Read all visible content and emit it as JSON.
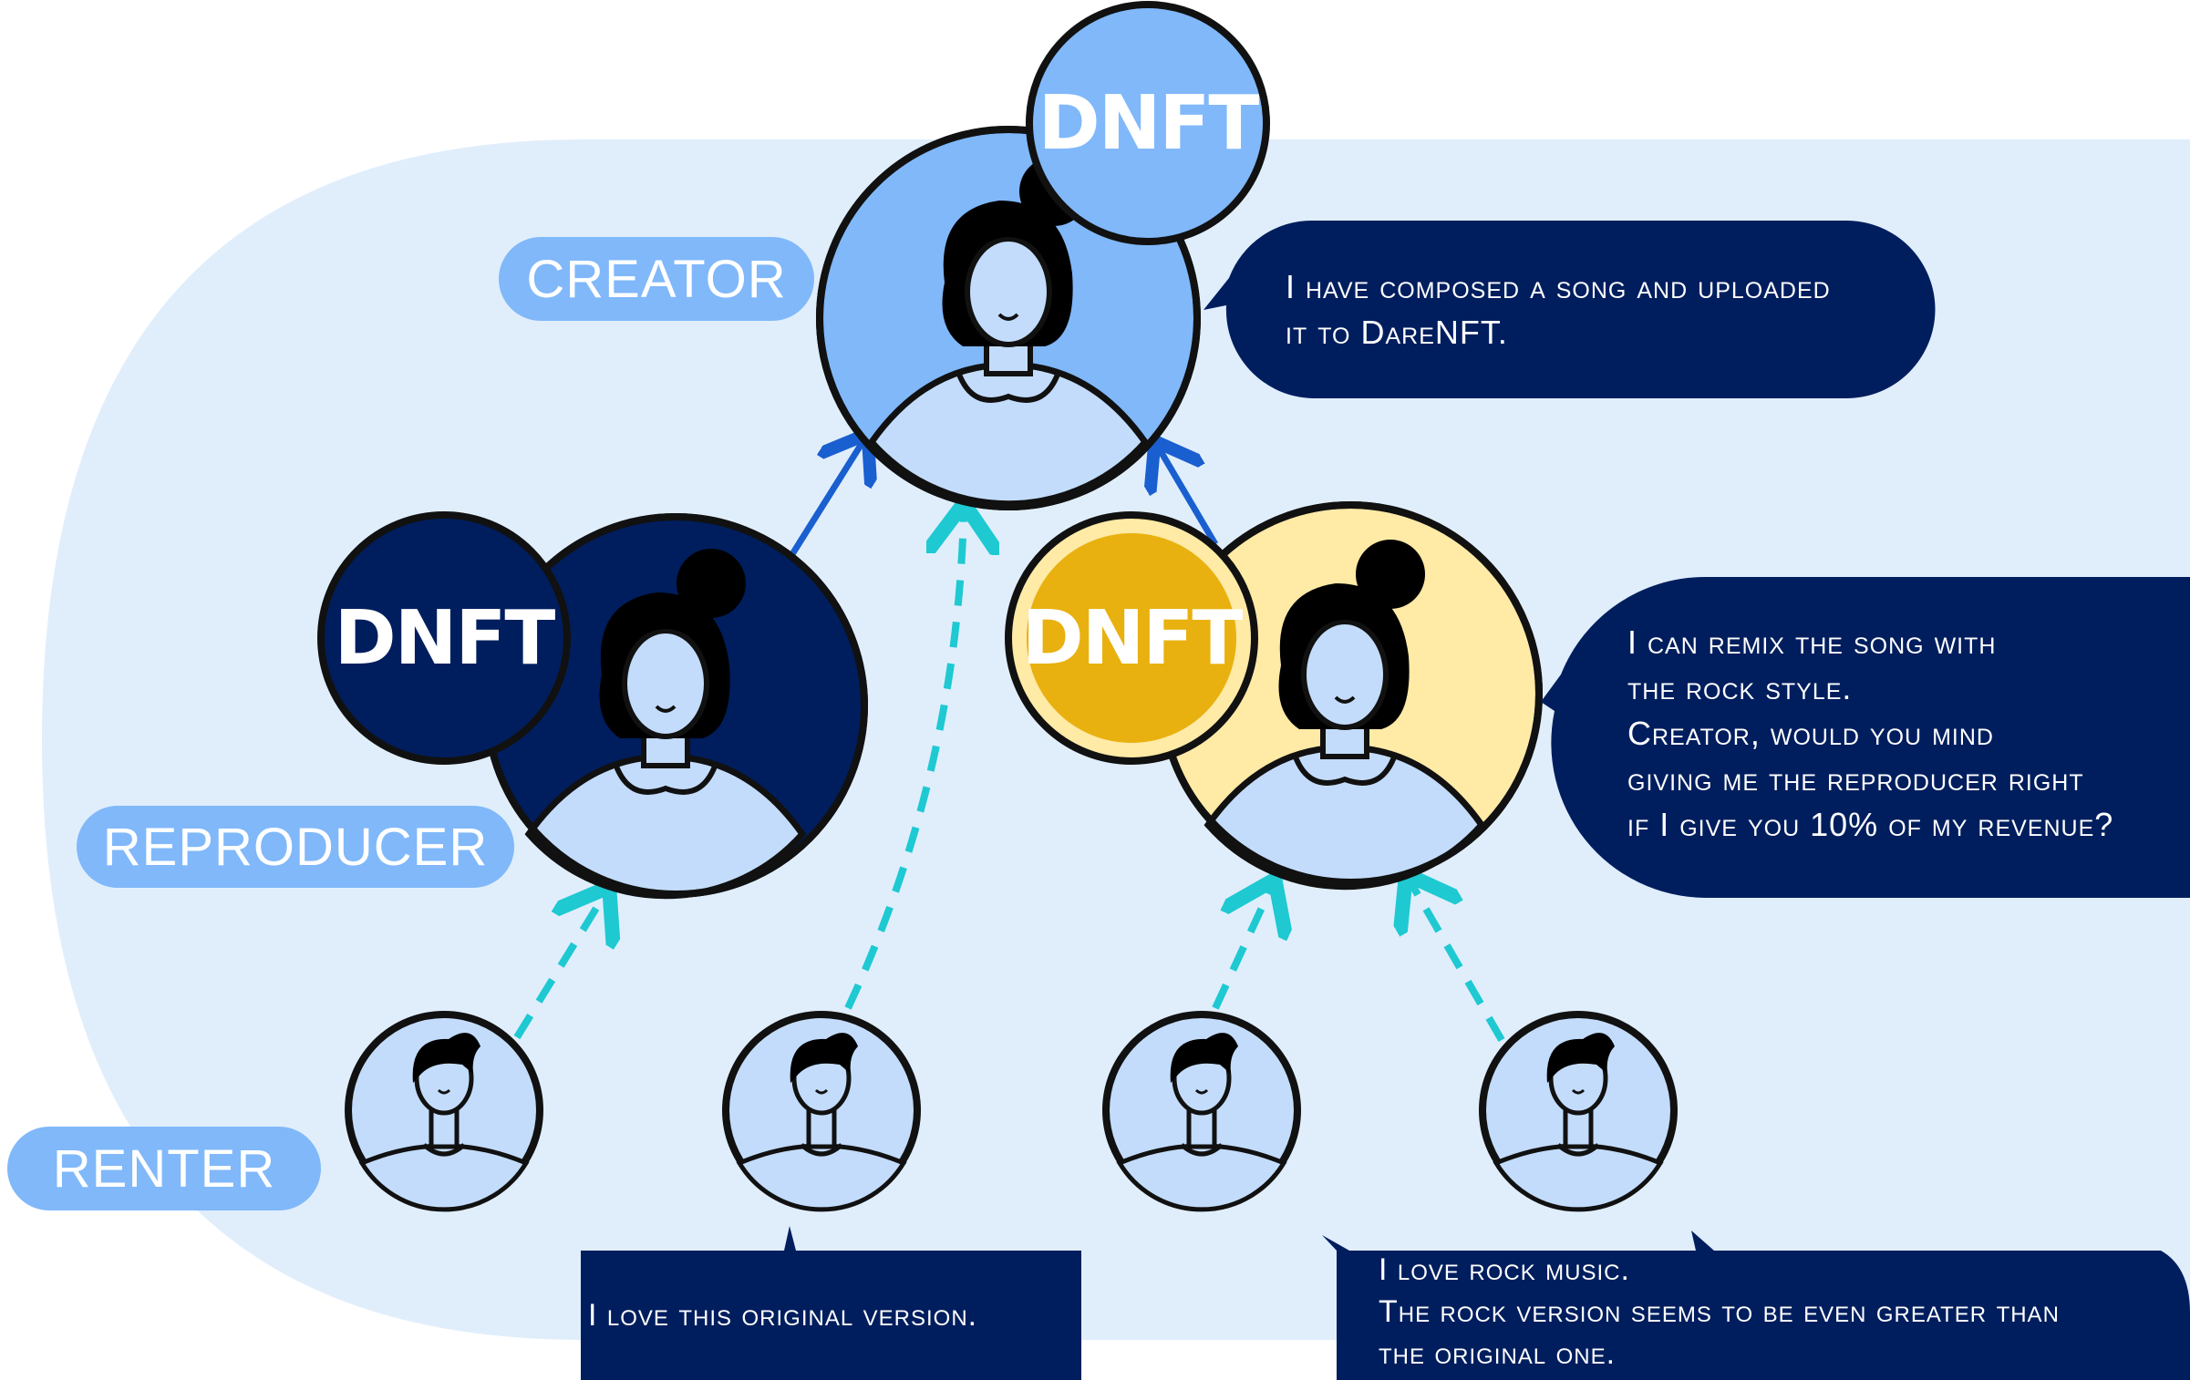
{
  "roles": {
    "creator": "CREATOR",
    "reproducer": "REPRODUCER",
    "renter": "RENTER"
  },
  "badges": {
    "creator": "DNFT",
    "reproducer": "DNFT",
    "remixer": "DNFT"
  },
  "bubbles": {
    "creator": [
      "I have composed a song and uploaded",
      "it to DareNFT."
    ],
    "remixer": [
      "I can remix the song with",
      "the rock style.",
      "Creator, would you mind",
      "giving me the reproducer right",
      "if I give you 10% of my revenue?"
    ],
    "renter_original": [
      "I love this original version."
    ],
    "renter_rock": [
      "I love rock music.",
      "The rock version seems to be even greater than",
      "the original one."
    ]
  },
  "colors": {
    "background": "#e0eefc",
    "light_blue": "#80b8fa",
    "navy": "#001e5e",
    "gold": "#e9b10f",
    "pale_yellow": "#ffeaa6",
    "cyan_arrow": "#1ec9d2",
    "blue_arrow": "#1a5fd0"
  }
}
